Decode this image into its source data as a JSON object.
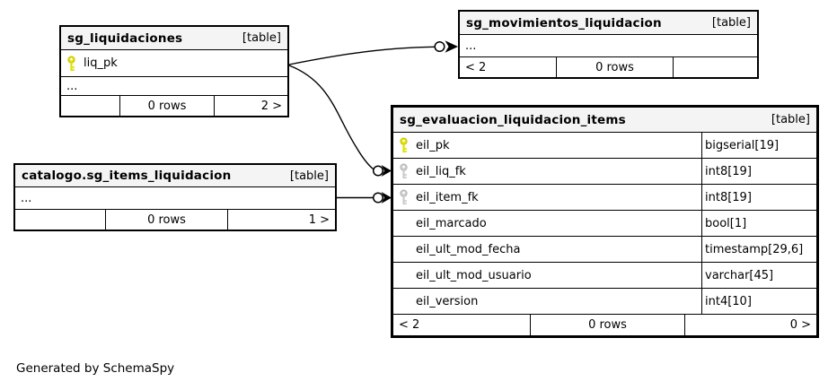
{
  "generated_by": "Generated by SchemaSpy",
  "colors": {
    "primary_key": "#e1e100",
    "foreign_key": "#cccccc",
    "header_bg": "#f4f4f4",
    "line": "#000000"
  },
  "tables": {
    "liquidaciones": {
      "name": "sg_liquidaciones",
      "tag": "[table]",
      "columns": [
        {
          "name": "liq_pk",
          "key": "primary"
        }
      ],
      "more": "...",
      "footer": {
        "left": "",
        "center": "0 rows",
        "right": "2 >"
      }
    },
    "movimientos": {
      "name": "sg_movimientos_liquidacion",
      "tag": "[table]",
      "more": "...",
      "footer": {
        "left": "< 2",
        "center": "0 rows",
        "right": ""
      }
    },
    "items_catalogo": {
      "name": "catalogo.sg_items_liquidacion",
      "tag": "[table]",
      "more": "...",
      "footer": {
        "left": "",
        "center": "0 rows",
        "right": "1 >"
      }
    },
    "evaluacion": {
      "name": "sg_evaluacion_liquidacion_items",
      "tag": "[table]",
      "columns": [
        {
          "name": "eil_pk",
          "type": "bigserial[19]",
          "key": "primary"
        },
        {
          "name": "eil_liq_fk",
          "type": "int8[19]",
          "key": "foreign"
        },
        {
          "name": "eil_item_fk",
          "type": "int8[19]",
          "key": "foreign"
        },
        {
          "name": "eil_marcado",
          "type": "bool[1]",
          "key": ""
        },
        {
          "name": "eil_ult_mod_fecha",
          "type": "timestamp[29,6]",
          "key": ""
        },
        {
          "name": "eil_ult_mod_usuario",
          "type": "varchar[45]",
          "key": ""
        },
        {
          "name": "eil_version",
          "type": "int4[10]",
          "key": ""
        }
      ],
      "footer": {
        "left": "< 2",
        "center": "0 rows",
        "right": "0 >"
      }
    }
  },
  "relationships": [
    {
      "from": "sg_liquidaciones.liq_pk",
      "to": "sg_movimientos_liquidacion"
    },
    {
      "from": "sg_liquidaciones.liq_pk",
      "to": "sg_evaluacion_liquidacion_items.eil_liq_fk"
    },
    {
      "from": "catalogo.sg_items_liquidacion",
      "to": "sg_evaluacion_liquidacion_items.eil_item_fk"
    }
  ]
}
